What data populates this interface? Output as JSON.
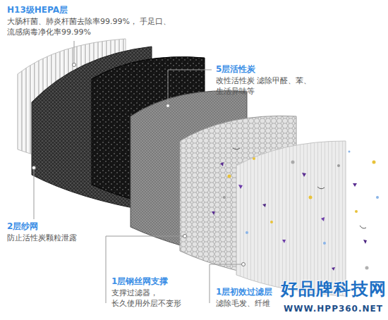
{
  "diagram": {
    "labels": [
      "H13级HEPA层",
      "大肠杆菌、肺炎杆菌去除率99.99%， 手足口、流感病毒净化率99.99%",
      "5层活性炭",
      "改性活性炭 滤除甲醛、苯、生活异味等",
      "2层纱网",
      "防止活性炭颗粒泄露",
      "1层钢丝网支撑",
      "支撑过滤器， 长久使用外层不变形",
      "1层初效过滤层",
      "滤除毛发、纤维",
      "好品牌科技网",
      "WWW.HPP360.NET"
    ]
  }
}
